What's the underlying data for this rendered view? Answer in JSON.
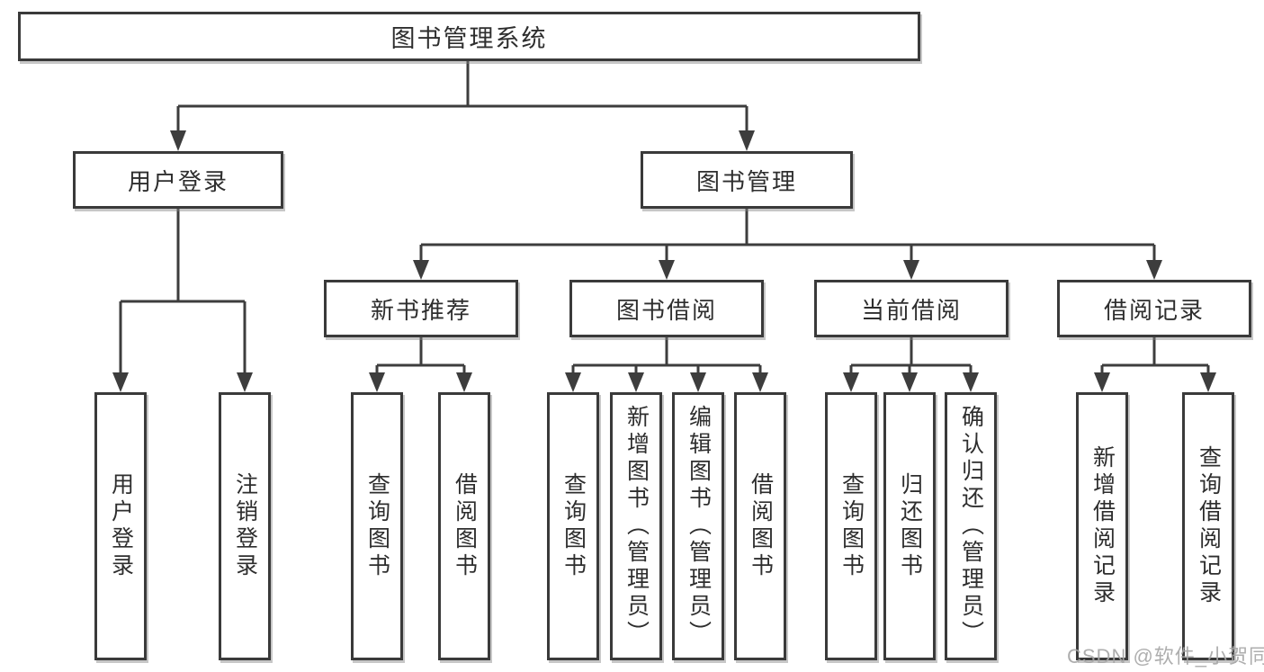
{
  "diagram": {
    "root": {
      "label": "图书管理系统"
    },
    "level2": [
      {
        "label": "用户登录"
      },
      {
        "label": "图书管理"
      }
    ],
    "level3": [
      {
        "label": "新书推荐"
      },
      {
        "label": "图书借阅"
      },
      {
        "label": "当前借阅"
      },
      {
        "label": "借阅记录"
      }
    ],
    "leaves": [
      {
        "label": "用户登录"
      },
      {
        "label": "注销登录"
      },
      {
        "label": "查询图书"
      },
      {
        "label": "借阅图书"
      },
      {
        "label": "查询图书"
      },
      {
        "label": "新增图书（管理员）"
      },
      {
        "label": "编辑图书（管理员）"
      },
      {
        "label": "借阅图书"
      },
      {
        "label": "查询图书"
      },
      {
        "label": "归还图书"
      },
      {
        "label": "确认归还（管理员）"
      },
      {
        "label": "新增借阅记录"
      },
      {
        "label": "查询借阅记录"
      }
    ]
  },
  "watermark": {
    "text": "CSDN @软件_小贺同学"
  },
  "colors": {
    "line": "#3d3d3d",
    "border": "#3a3a3a",
    "text": "#2e2e2e",
    "watermark": "#a6a6a6",
    "background": "#ffffff"
  }
}
